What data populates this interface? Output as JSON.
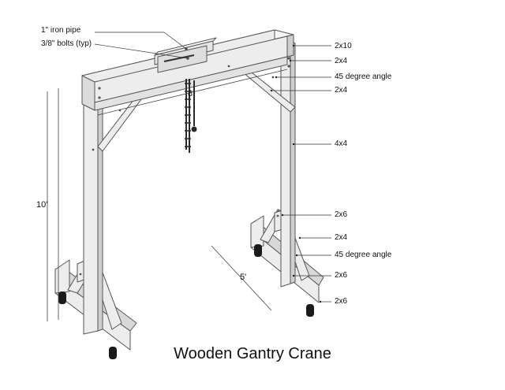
{
  "title": "Wooden Gantry Crane",
  "labels": {
    "iron_pipe": "1\" iron pipe",
    "bolts": "3/8\" bolts (typ)",
    "beam_2x10": "2x10",
    "top_2x4": "2x4",
    "top_angle": "45 degree angle",
    "brace_2x4": "2x4",
    "post_4x4": "4x4",
    "foot_2x6_upper": "2x6",
    "foot_2x4": "2x4",
    "foot_angle": "45 degree angle",
    "foot_2x6_mid": "2x6",
    "foot_2x6_base": "2x6"
  },
  "dimensions": {
    "span": "8'",
    "height": "10'",
    "depth": "5'"
  },
  "colors": {
    "wood": "#ededed",
    "wood_shade": "#d4d4d4",
    "outline": "#555555",
    "leader": "#333333",
    "chain": "#2a2a2a",
    "wheel": "#1a1a1a"
  }
}
